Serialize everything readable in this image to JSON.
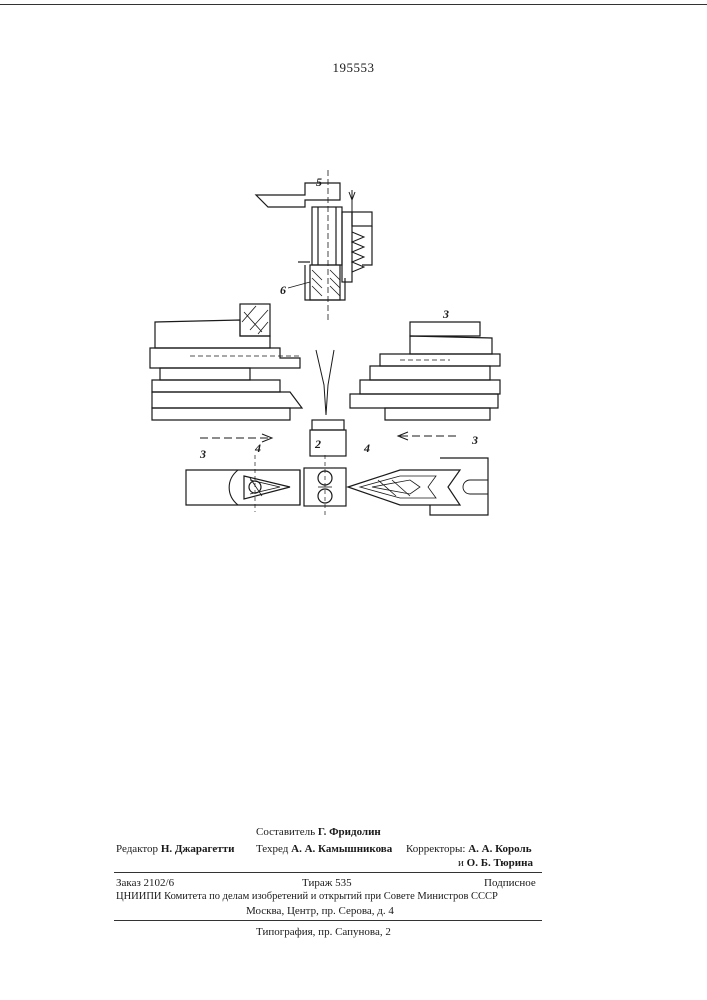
{
  "patent_number": "195553",
  "figure": {
    "labels": {
      "l5": "5",
      "l6": "6",
      "l3_top": "3",
      "l3_left": "3",
      "l3_right": "3",
      "l4_left": "4",
      "l2": "2",
      "l4_right": "4"
    }
  },
  "colophon": {
    "compiler_label": "Составитель",
    "compiler_name": "Г. Фридолин",
    "editor_label": "Редактор",
    "editor_name": "Н. Джарагетти",
    "techred_label": "Техред",
    "techred_name": "А. А. Камышникова",
    "correctors_label": "Корректоры:",
    "corrector1": "А. А. Король",
    "corrector2_prefix": "и",
    "corrector2": "О. Б. Тюрина",
    "order": "Заказ 2102/6",
    "print_run": "Тираж 535",
    "subscription": "Подписное",
    "institute": "ЦНИИПИ Комитета по делам изобретений и открытий при Совете Министров СССР",
    "address": "Москва, Центр, пр. Серова, д. 4",
    "printer": "Типография, пр. Сапунова, 2"
  }
}
